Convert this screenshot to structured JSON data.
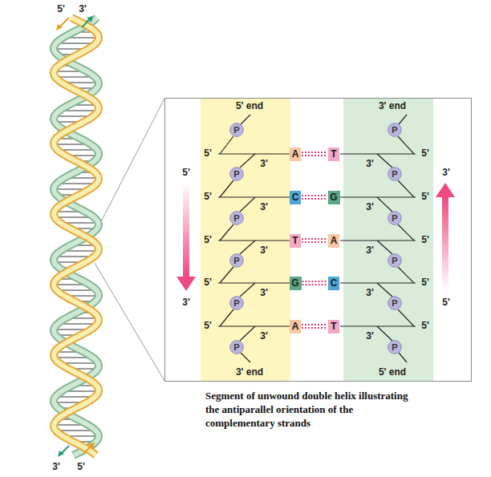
{
  "diagram": {
    "caption": "Segment of unwound double helix illustrating the antiparallel orientation of the complementary strands",
    "nodes": [
      {
        "text": [
          "5' end",
          "3' end"
        ]
      },
      {
        "text": [
          "P"
        ],
        "in": 0
      },
      {
        "text": [
          "P"
        ],
        "in": 0
      },
      {
        "text": [
          "P"
        ],
        "in": 0
      },
      {
        "text": [
          "P"
        ],
        "in": 0
      },
      {
        "text": [
          "P"
        ],
        "in": 0
      },
      {
        "text": [
          "P"
        ],
        "in": 0
      },
      {
        "text": [
          "3' end",
          "5' end"
        ]
      },
      {
        "text": [
          "P"
        ],
        "in": 7
      },
      {
        "text": [
          "P"
        ],
        "in": 7
      },
      {
        "text": [
          "P"
        ],
        "in": 7
      },
      {
        "text": [
          "P"
        ],
        "in": 7
      },
      {
        "text": [
          "P"
        ],
        "in": 7
      },
      {
        "text": [
          "P"
        ],
        "in": 7
      },
      {
        "text": [
          "A"
        ]
      },
      {
        "text": [
          "T"
        ]
      },
      {
        "text": [
          "C"
        ]
      },
      {
        "text": [
          "G"
        ]
      },
      {
        "text": [
          "T"
        ]
      },
      {
        "text": [
          "A"
        ]
      },
      {
        "text": [
          "G"
        ]
      },
      {
        "text": [
          "C"
        ]
      },
      {
        "text": [
          "A"
        ]
      },
      {
        "text": [
          "T"
        ]
      }
    ],
    "edges": [
      {
        "from": 14,
        "to": 15,
        "arrow": "none"
      },
      {
        "from": 16,
        "to": 17,
        "arrow": "none"
      },
      {
        "from": 18,
        "to": 19,
        "arrow": "none"
      },
      {
        "from": 20,
        "to": 21,
        "arrow": "none"
      },
      {
        "from": 22,
        "to": 23,
        "arrow": "none"
      }
    ],
    "labels": [
      "5'",
      "3'",
      "3'",
      "5'",
      "5'",
      "3'",
      "3'",
      "5'",
      "5'",
      "5'",
      "5'",
      "5'",
      "5'",
      "3'",
      "3'",
      "3'",
      "3'",
      "3'",
      "3'",
      "3'",
      "3'",
      "3'",
      "3'",
      "5'",
      "5'",
      "5'",
      "5'",
      "5'"
    ]
  }
}
